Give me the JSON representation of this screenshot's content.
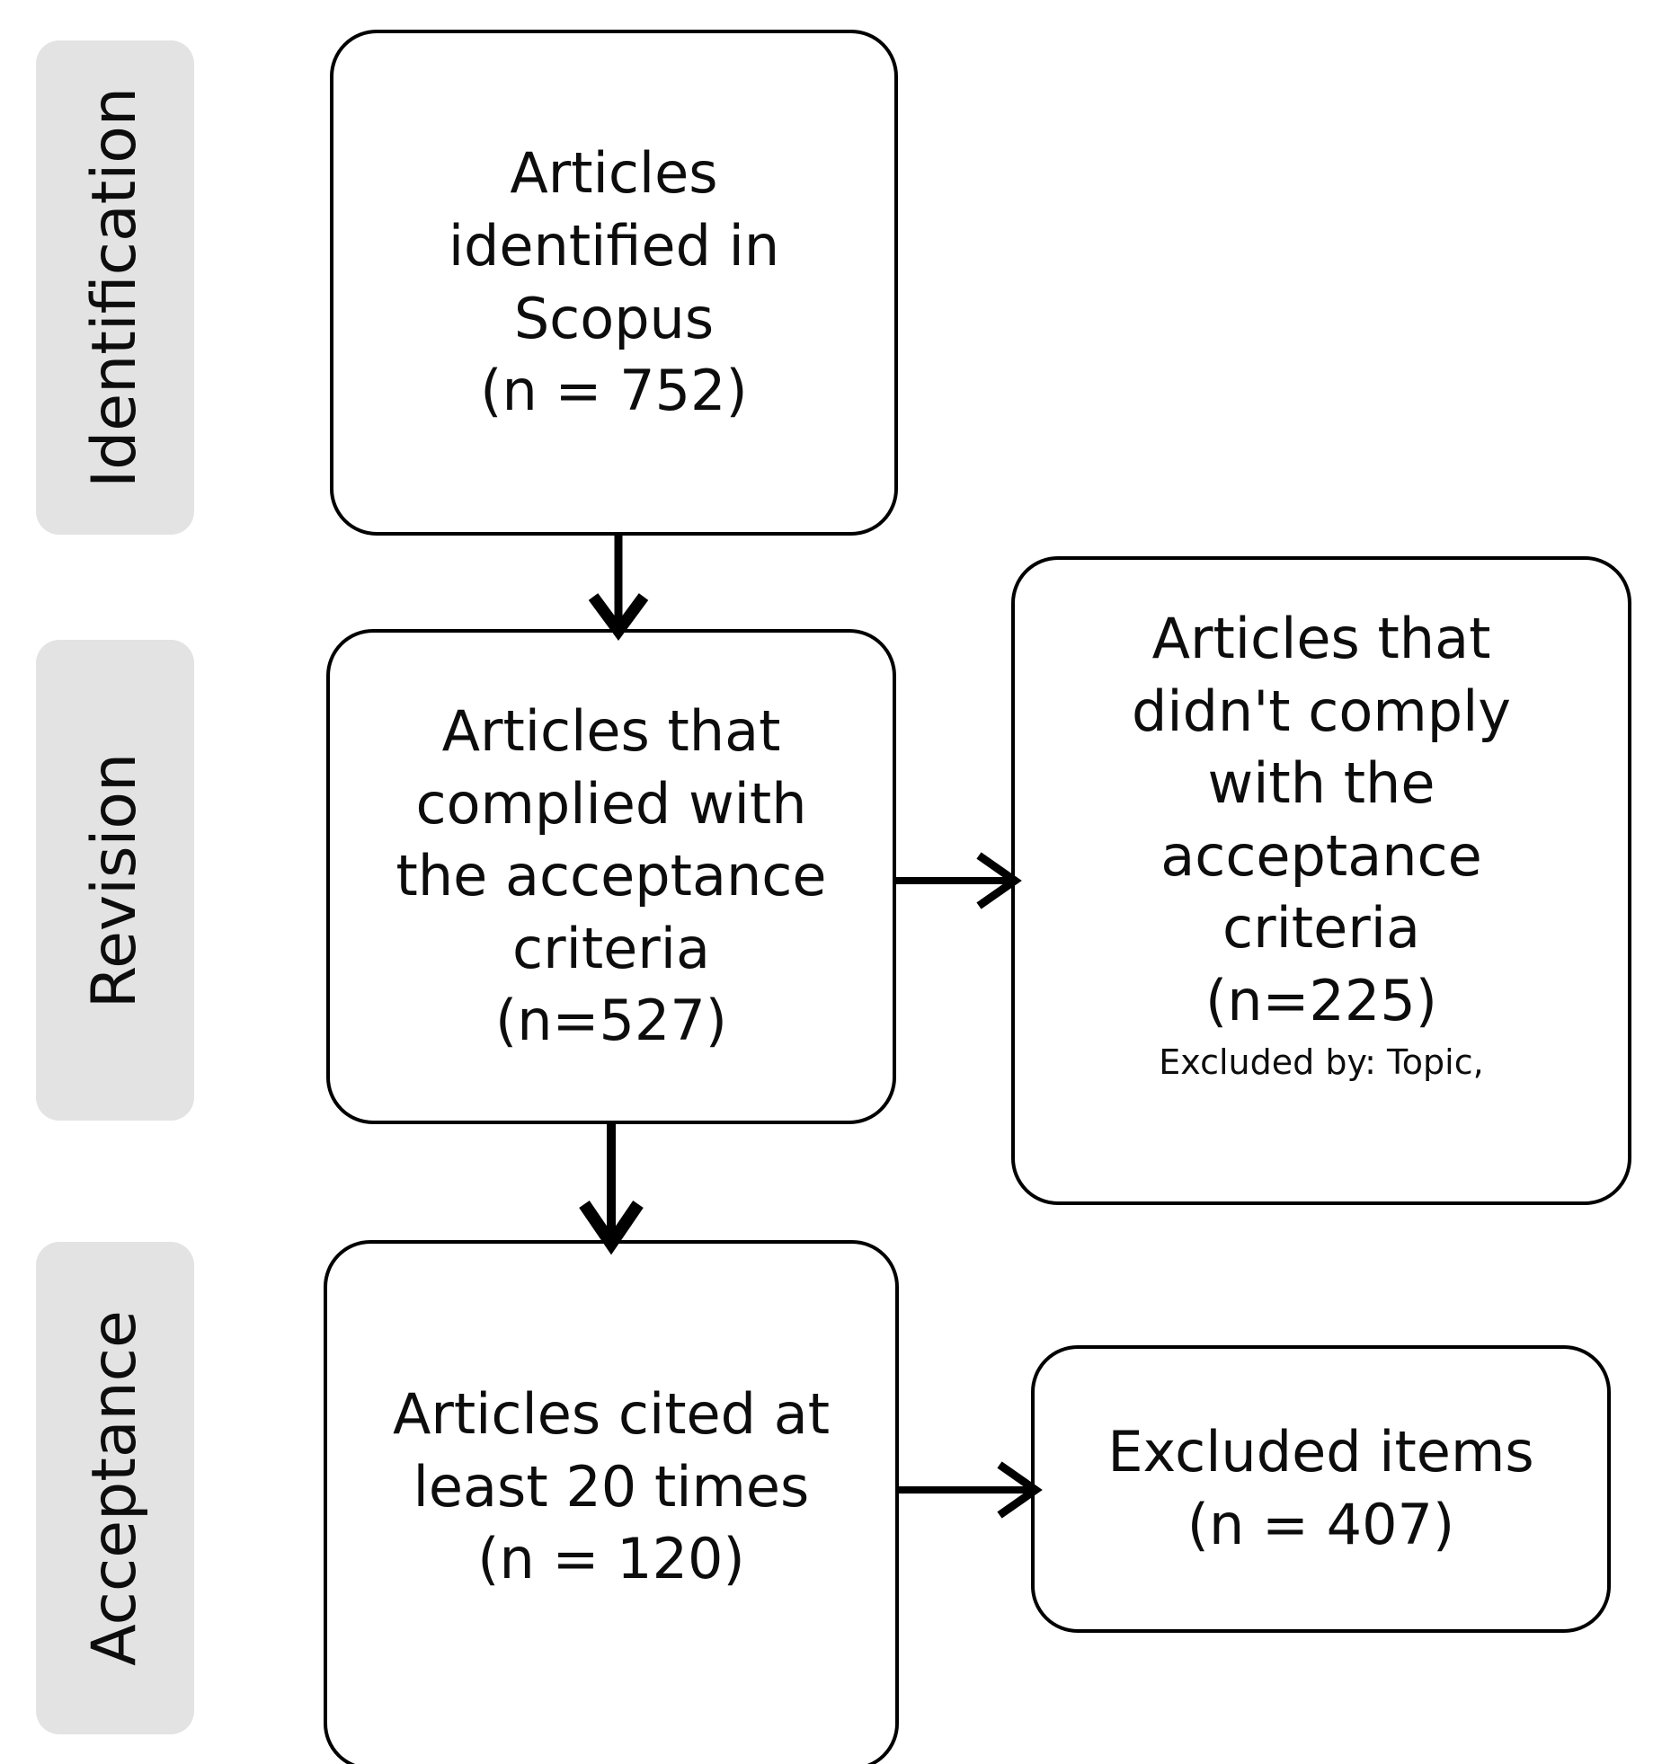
{
  "diagram": {
    "title": "PRISMA article selection flow",
    "background_color": "#ffffff",
    "box_border_color": "#000000",
    "band_color": "#E3E3E3",
    "text_color": "#0d0d0d"
  },
  "stages": [
    {
      "id": "identification",
      "label": "Identification"
    },
    {
      "id": "revision",
      "label": "Revision"
    },
    {
      "id": "acceptance",
      "label": "Acceptance"
    }
  ],
  "boxes": {
    "identified": {
      "text": "Articles\nidentified in\nScopus\n(n = 752)",
      "count_label": "(n = 752)",
      "count": 752
    },
    "complied": {
      "text": "Articles that\ncomplied with\nthe acceptance\ncriteria\n(n=527)",
      "count_label": "(n=527)",
      "count": 527
    },
    "not_complied": {
      "text": "Articles that\ndidn't  comply\nwith the\nacceptance\ncriteria\n(n=225)",
      "count_label": "(n=225)",
      "count": 225,
      "note": "Excluded by: Topic,"
    },
    "cited": {
      "text": "Articles cited at\nleast 20 times\n(n = 120)",
      "count_label": "(n = 120)",
      "count": 120
    },
    "excluded_items": {
      "text": "Excluded items\n(n = 407)",
      "count_label": "(n = 407)",
      "count": 407
    }
  },
  "arrows": [
    {
      "id": "identified-to-complied",
      "direction": "down"
    },
    {
      "id": "complied-to-not-complied",
      "direction": "right"
    },
    {
      "id": "complied-to-cited",
      "direction": "down"
    },
    {
      "id": "cited-to-excluded-items",
      "direction": "right"
    }
  ]
}
